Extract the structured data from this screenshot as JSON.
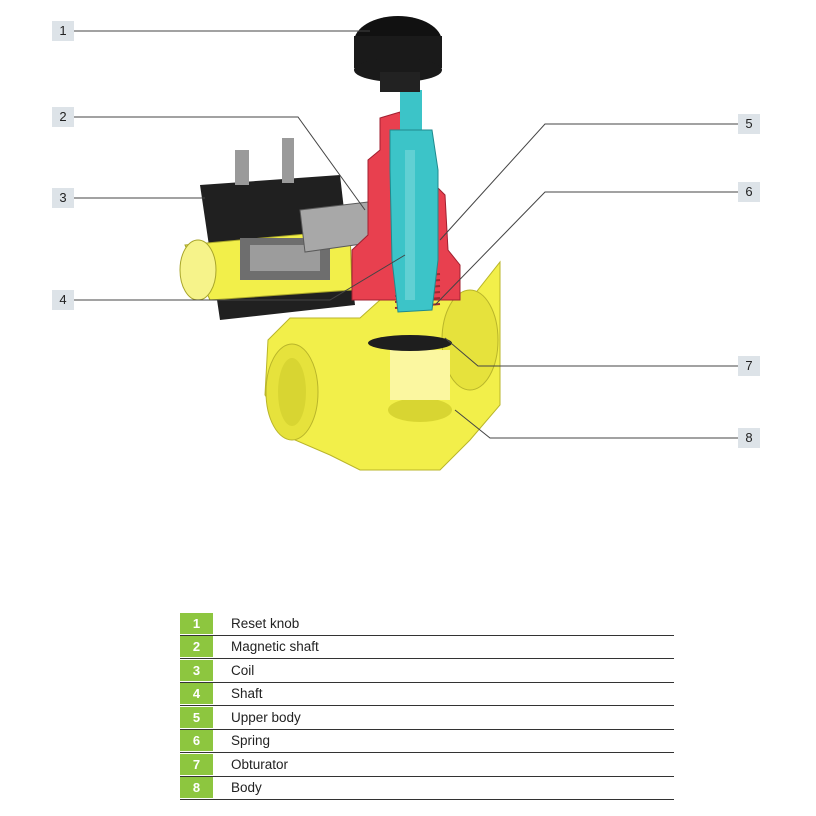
{
  "callouts": [
    {
      "number": "1"
    },
    {
      "number": "2"
    },
    {
      "number": "3"
    },
    {
      "number": "4"
    },
    {
      "number": "5"
    },
    {
      "number": "6"
    },
    {
      "number": "7"
    },
    {
      "number": "8"
    }
  ],
  "legend": [
    {
      "number": "1",
      "label": "Reset knob"
    },
    {
      "number": "2",
      "label": "Magnetic shaft"
    },
    {
      "number": "3",
      "label": "Coil"
    },
    {
      "number": "4",
      "label": "Shaft"
    },
    {
      "number": "5",
      "label": "Upper body"
    },
    {
      "number": "6",
      "label": "Spring"
    },
    {
      "number": "7",
      "label": "Obturator"
    },
    {
      "number": "8",
      "label": "Body"
    }
  ],
  "colors": {
    "legend_badge": "#8dc63f",
    "callout_box": "#dde3e8",
    "body_yellow": "#f2ef4a",
    "upper_body_red": "#e8404f",
    "shaft_cyan": "#3cc4c8",
    "knob_black": "#1a1a1a"
  }
}
